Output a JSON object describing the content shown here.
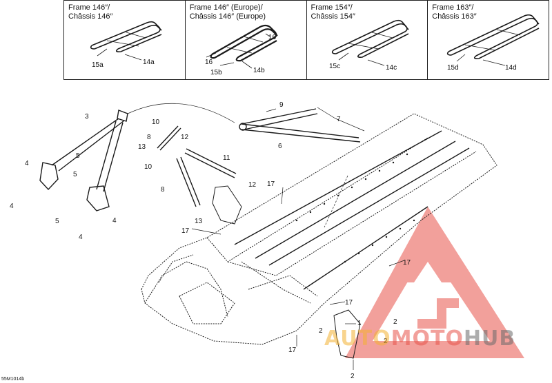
{
  "frames": [
    {
      "title": "Frame 146″/\nChâssis 146″",
      "callouts": [
        "15a",
        "14a"
      ]
    },
    {
      "title": "Frame 146″ (Europe)/\nChâssis 146″ (Europe)",
      "callouts": [
        "16",
        "16",
        "15b",
        "14b"
      ]
    },
    {
      "title": "Frame 154″/\nChâssis 154″",
      "callouts": [
        "15c",
        "14c"
      ]
    },
    {
      "title": "Frame 163″/\nChâssis 163″",
      "callouts": [
        "15d",
        "14d"
      ]
    }
  ],
  "callouts": {
    "c1": "1",
    "c2a": "2",
    "c2b": "2",
    "c2c": "2",
    "c2d": "2",
    "c3": "3",
    "c4a": "4",
    "c4b": "4",
    "c4c": "4",
    "c4d": "4",
    "c5a": "5",
    "c5b": "5",
    "c5c": "5",
    "c6": "6",
    "c7": "7",
    "c8a": "8",
    "c8b": "8",
    "c9": "9",
    "c10a": "10",
    "c10b": "10",
    "c11": "11",
    "c12a": "12",
    "c12b": "12",
    "c13a": "13",
    "c13b": "13",
    "c17a": "17",
    "c17b": "17",
    "c17c": "17",
    "c17d": "17",
    "c17e": "17"
  },
  "doc_code": "55M1014b",
  "watermark": {
    "part1": "AUTO",
    "part2": "MOTO",
    "part3": "HUB"
  },
  "colors": {
    "line": "#1a1a1a",
    "watermark_red": "#e8534a",
    "watermark_gold": "#f4b233"
  }
}
